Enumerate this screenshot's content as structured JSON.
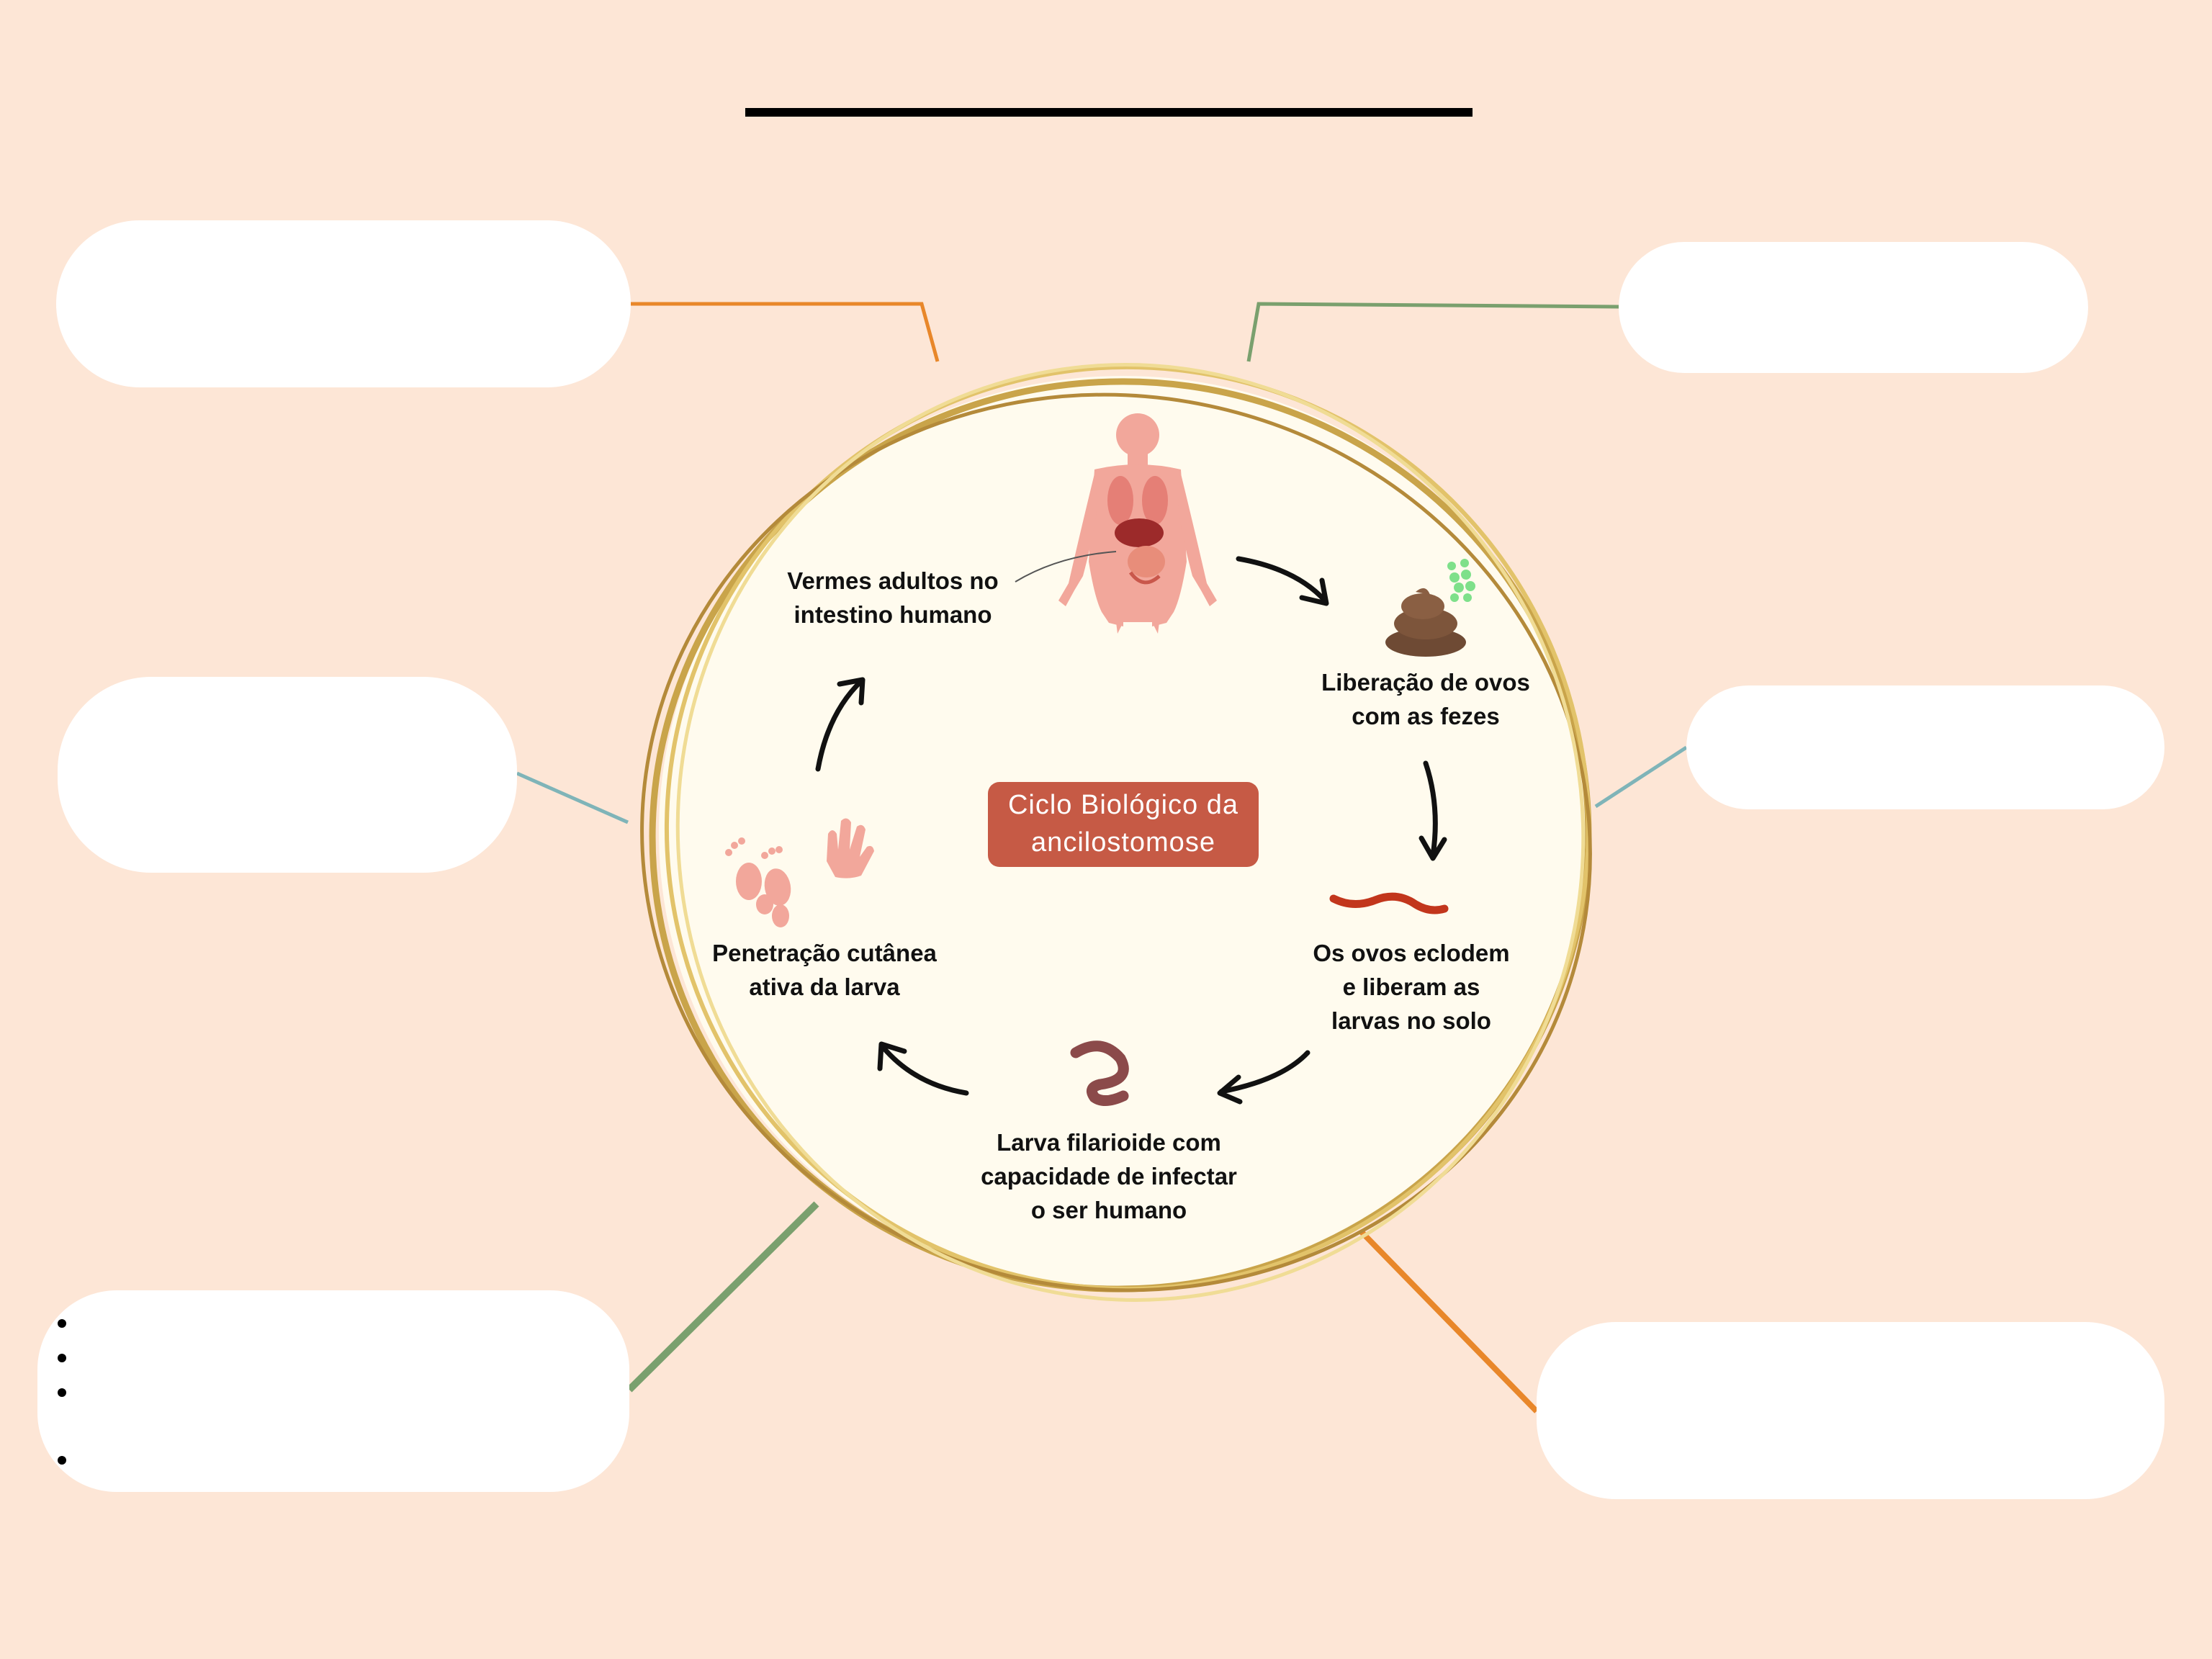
{
  "diagram": {
    "center_title": "Ciclo Biológico da\nancilostomose",
    "stages": [
      {
        "label": "Vermes adultos no\nintestino humano",
        "icon": "human-body-icon"
      },
      {
        "label": "Liberação de ovos\ncom as fezes",
        "icon": "feces-icon"
      },
      {
        "label": "Os ovos eclodem\ne liberam as\nlarvas no solo",
        "icon": "worm-red-icon"
      },
      {
        "label": "Larva filarioide com\ncapacidade de infectar\no ser humano",
        "icon": "larva-icon"
      },
      {
        "label": "Penetração cutânea\nativa da larva",
        "icon": "feet-hand-icon"
      }
    ],
    "colors": {
      "background": "#fde6d6",
      "circle_fill": "#fffbee",
      "ring": "#c9a44a",
      "badge": "#c65a45",
      "connector_orange": "#e8872a",
      "connector_green": "#7aa06e",
      "connector_teal": "#7fb4b8"
    },
    "annotation_boxes": [
      "top-left",
      "top-right",
      "middle-left",
      "middle-right",
      "bottom-left",
      "bottom-right"
    ]
  }
}
